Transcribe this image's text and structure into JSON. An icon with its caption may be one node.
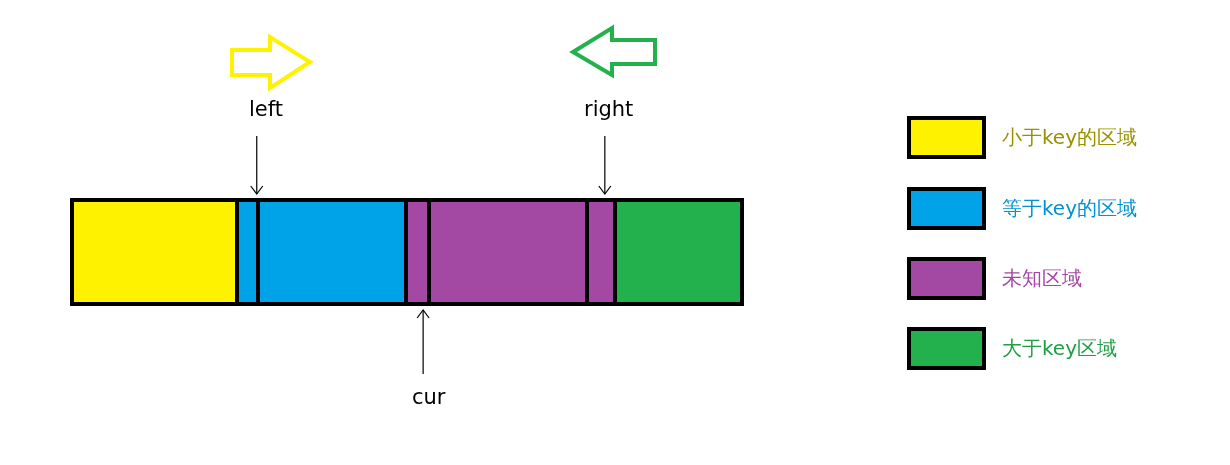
{
  "diagram": {
    "nodes": [
      {
        "text": [],
        "shape": "box"
      },
      {
        "text": [],
        "shape": "box"
      },
      {
        "text": [],
        "shape": "box"
      },
      {
        "text": [],
        "shape": "box"
      },
      {
        "text": [],
        "shape": "box"
      },
      {
        "text": [],
        "shape": "box"
      },
      {
        "text": [],
        "shape": "box"
      },
      {
        "text": [
          "left"
        ]
      },
      {
        "text": [
          "right"
        ]
      },
      {
        "text": [
          "cur"
        ]
      }
    ],
    "edges": [
      {
        "from": 7,
        "to": 1,
        "arrow": "to"
      },
      {
        "from": 8,
        "to": 5,
        "arrow": "to"
      },
      {
        "from": 9,
        "to": 3,
        "arrow": "to"
      }
    ],
    "legend": [
      {
        "text": "小于key的区域",
        "color": "#fff200"
      },
      {
        "text": "等于key的区域",
        "color": "#00a2e8"
      },
      {
        "text": "未知区域",
        "color": "#a349a4"
      },
      {
        "text": "大于key区域",
        "color": "#22b14c"
      }
    ]
  }
}
